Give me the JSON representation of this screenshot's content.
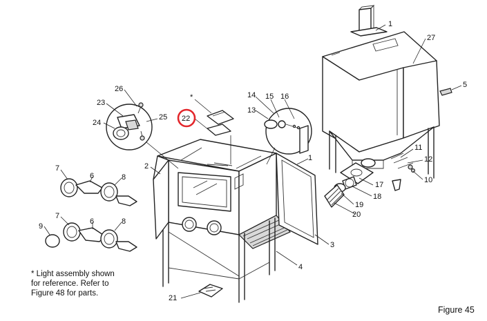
{
  "note_lines": [
    "* Light assembly shown",
    "for reference. Refer to",
    "Figure 48 for parts."
  ],
  "figure_label": "Figure 45",
  "star_marker": "*",
  "highlight_color": "#e3262b",
  "callouts": [
    "1",
    "27",
    "5",
    "26",
    "23",
    "24",
    "25",
    "14",
    "15",
    "16",
    "13",
    "22",
    "2",
    "7",
    "6",
    "8",
    "11",
    "12",
    "10",
    "17",
    "18",
    "19",
    "20",
    "9",
    "4",
    "3",
    "21"
  ],
  "highlighted_callout": "22"
}
